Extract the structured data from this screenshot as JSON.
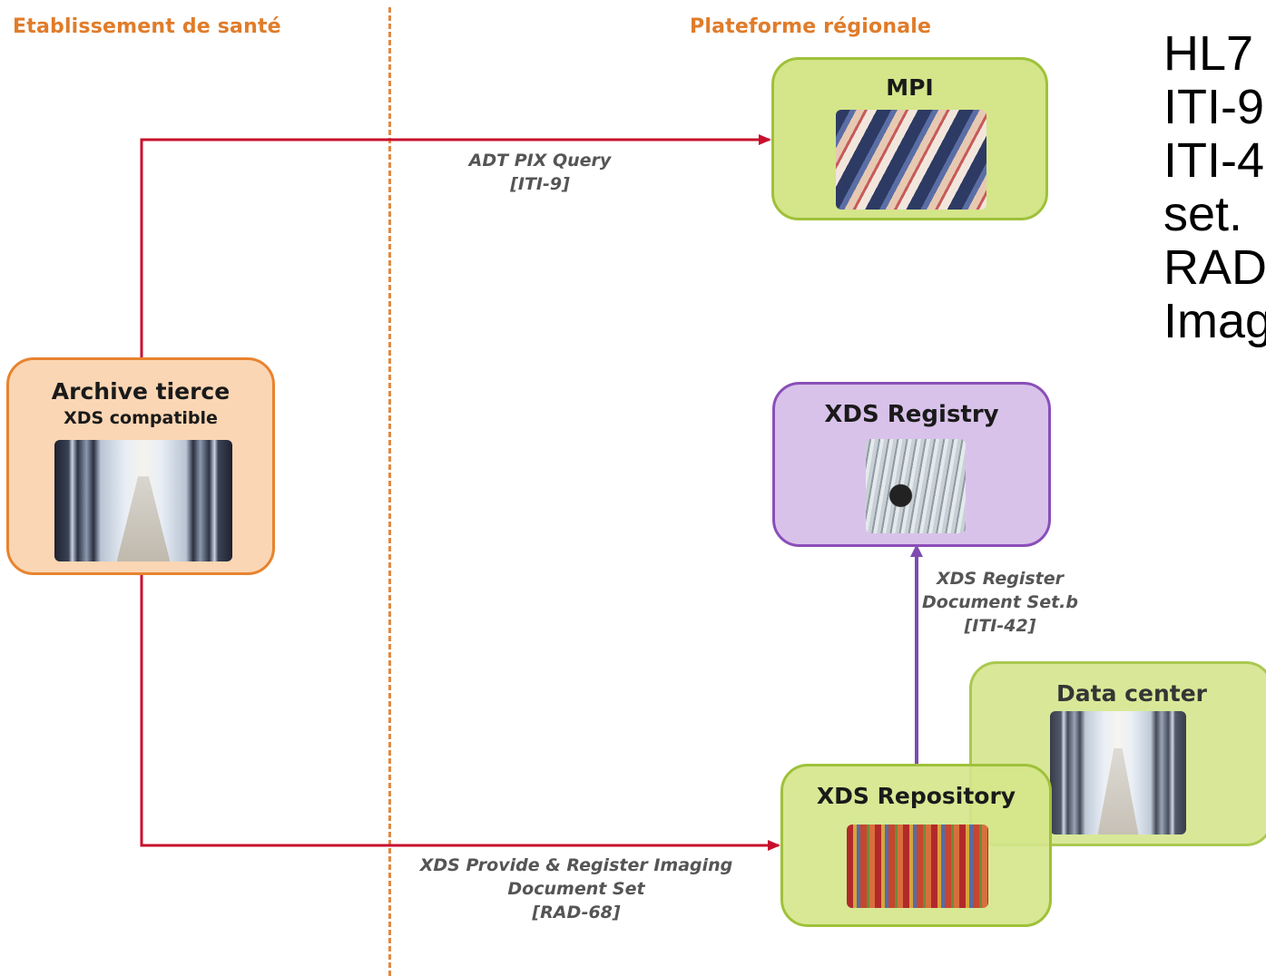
{
  "zones": {
    "left": "Etablissement de santé",
    "right": "Plateforme régionale"
  },
  "nodes": {
    "mpi": {
      "title": "MPI",
      "icon": "file-folders-picture"
    },
    "archive": {
      "title": "Archive tierce",
      "subtitle": "XDS compatible",
      "icon": "server-corridor-picture"
    },
    "registry": {
      "title": "XDS Registry",
      "icon": "rolodex-picture"
    },
    "datacenter": {
      "title": "Data center",
      "icon": "server-corridor-picture"
    },
    "repository": {
      "title": "XDS Repository",
      "icon": "document-shelves-picture"
    }
  },
  "edges": {
    "pix": {
      "line1": "ADT PIX Query",
      "line2": "[ITI-9]"
    },
    "register": {
      "line1": "XDS Register",
      "line2": "Document Set.b",
      "line3": "[ITI-42]"
    },
    "provide": {
      "line1": "XDS Provide & Register Imaging",
      "line2": "Document Set",
      "line3": "[RAD-68]"
    }
  },
  "side_text": [
    "HL7",
    "ITI-9",
    "ITI-4",
    "set.",
    "RAD",
    "Imag"
  ],
  "colors": {
    "accent_orange": "#e07c2a",
    "arrow_red": "#c8102e",
    "arrow_purple": "#7e4bb0",
    "green_fill": "#d4e58a",
    "purple_fill": "#d9c2ea",
    "orange_fill": "#fbd6b4"
  }
}
